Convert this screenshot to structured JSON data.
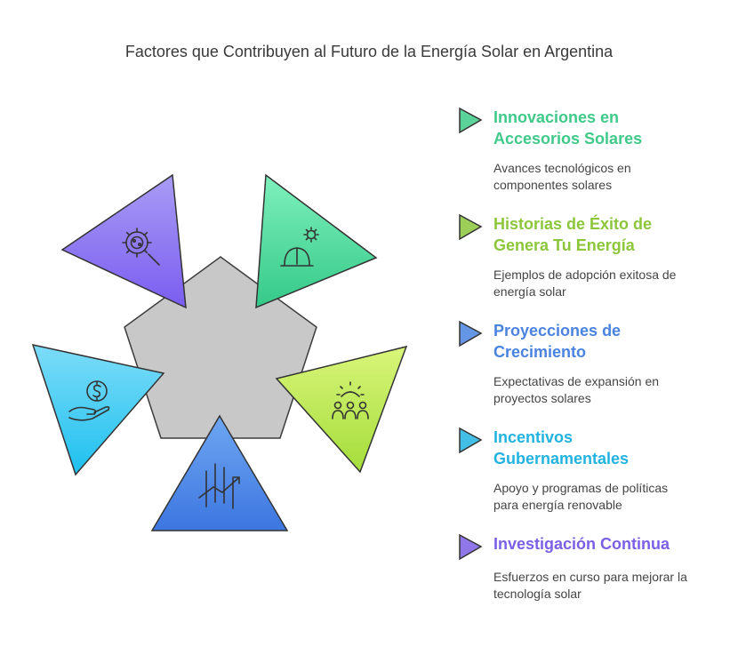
{
  "title": "Factores que Contribuyen al Futuro de la Energía Solar en Argentina",
  "items": [
    {
      "heading_lines": [
        "Innovaciones en",
        "Accesorios Solares"
      ],
      "desc_lines": [
        "Avances tecnológicos en",
        "componentes solares"
      ],
      "color": "#3fca8a",
      "icon": "hard-hat-gear-icon"
    },
    {
      "heading_lines": [
        "Historias de Éxito de",
        "Genera Tu Energía"
      ],
      "desc_lines": [
        "Ejemplos de adopción exitosa de",
        "energía solar"
      ],
      "color": "#8cc63a",
      "icon": "sun-people-group-icon"
    },
    {
      "heading_lines": [
        "Proyecciones de",
        "Crecimiento"
      ],
      "desc_lines": [
        "Expectativas de expansión en",
        "proyectos solares"
      ],
      "color": "#4a83e0",
      "icon": "growth-chart-icon"
    },
    {
      "heading_lines": [
        "Incentivos",
        "Gubernamentales"
      ],
      "desc_lines": [
        "Apoyo y programas de políticas",
        "para energía renovable"
      ],
      "color": "#22b3e0",
      "icon": "hand-money-icon"
    },
    {
      "heading_lines": [
        "Investigación Continua"
      ],
      "desc_lines": [
        "Esfuerzos en curso para mejorar la",
        "tecnología solar"
      ],
      "color": "#7b5fe6",
      "icon": "research-magnifier-icon"
    }
  ]
}
